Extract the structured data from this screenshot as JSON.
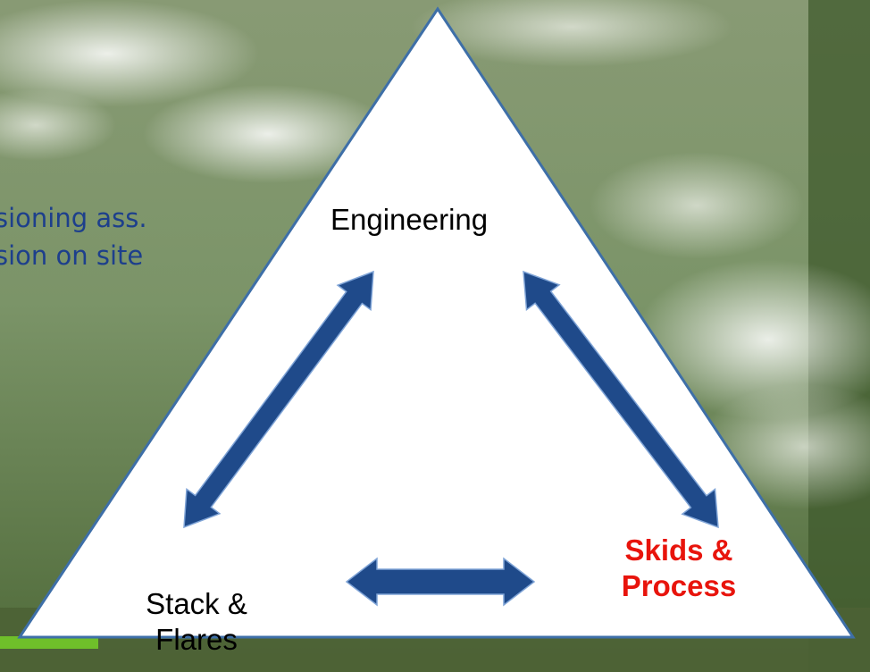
{
  "background": {
    "partial_text_lines": [
      "sioning ass.",
      "sion on site"
    ]
  },
  "diagram": {
    "nodes": {
      "engineering": {
        "label": "Engineering"
      },
      "stack": {
        "label_lines": [
          "Stack &",
          "Flares"
        ]
      },
      "skids": {
        "label_lines": [
          "Skids &",
          "Process"
        ]
      }
    },
    "connections": [
      {
        "from": "engineering",
        "to": "stack",
        "bidirectional": true
      },
      {
        "from": "engineering",
        "to": "skids",
        "bidirectional": true
      },
      {
        "from": "stack",
        "to": "skids",
        "bidirectional": true
      }
    ]
  },
  "colors": {
    "arrow_fill": "#1f4a8a",
    "arrow_stroke": "#7ea3d6",
    "highlight_label": "#e8140c",
    "triangle_border": "#3e6fa8",
    "background_text": "#1d3f8c"
  }
}
